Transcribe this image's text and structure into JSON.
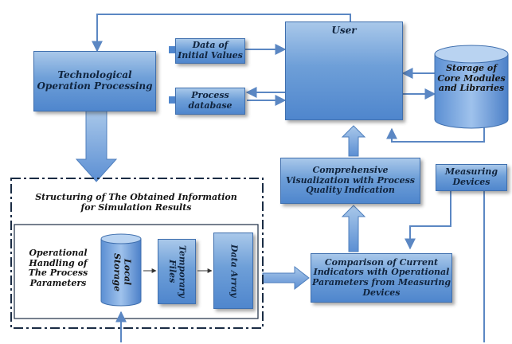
{
  "nodes": {
    "tech_op": "Technological Operation Processing",
    "data_initial": "Data of Initial Values",
    "process_db": "Process database",
    "user": "User",
    "storage_core": "Storage of Core Modules and Libraries",
    "visualization": "Comprehensive Visualization with Process Quality Indication",
    "measuring": "Measuring Devices",
    "structuring_title": "Structuring of The Obtained Information for Simulation Results",
    "operational": "Operational Handling of The Process Parameters",
    "local_storage": "Local Storage",
    "temp_files": "Temporary Files",
    "data_array": "Data Array",
    "comparison": "Comparison of Current Indicators with Operational Parameters from Measuring Devices"
  },
  "colors": {
    "box_fill": "#6e9fd8",
    "box_border": "#3f6fae",
    "connector": "#5b87c3",
    "frame_dash": "#1a2c44"
  },
  "icons": [
    "user-computer-icon",
    "database-cylinder-icon"
  ]
}
